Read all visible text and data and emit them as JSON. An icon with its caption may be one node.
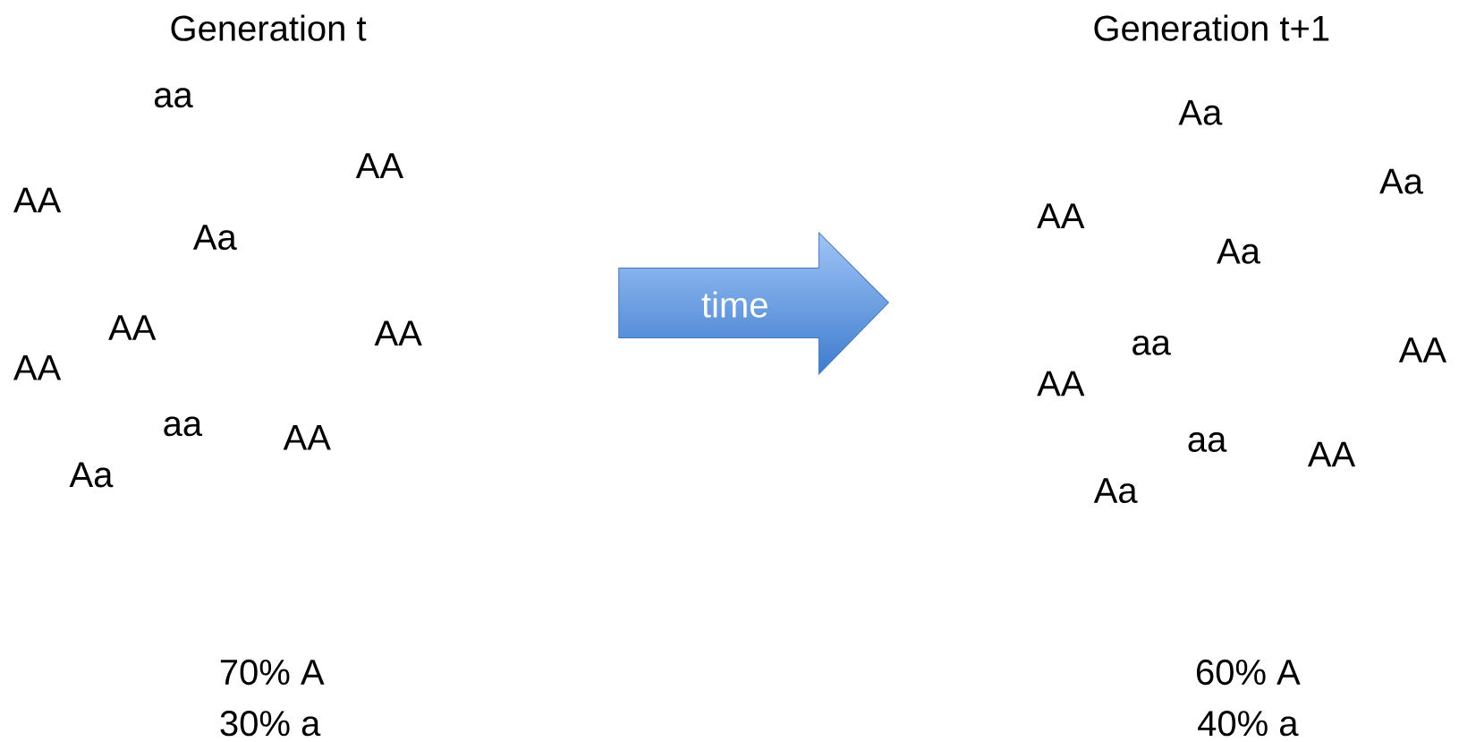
{
  "diagram": {
    "nodes": [
      {
        "text": [
          "time"
        ]
      }
    ],
    "labels": [
      "Generation t",
      "aa",
      "AA",
      "AA",
      "Aa",
      "AA",
      "AA",
      "AA",
      "aa",
      "AA",
      "Aa",
      "70% A",
      "30% a",
      "Generation t+1",
      "Aa",
      "Aa",
      "AA",
      "Aa",
      "aa",
      "AA",
      "AA",
      "aa",
      "AA",
      "Aa",
      "60% A",
      "40% a"
    ]
  }
}
